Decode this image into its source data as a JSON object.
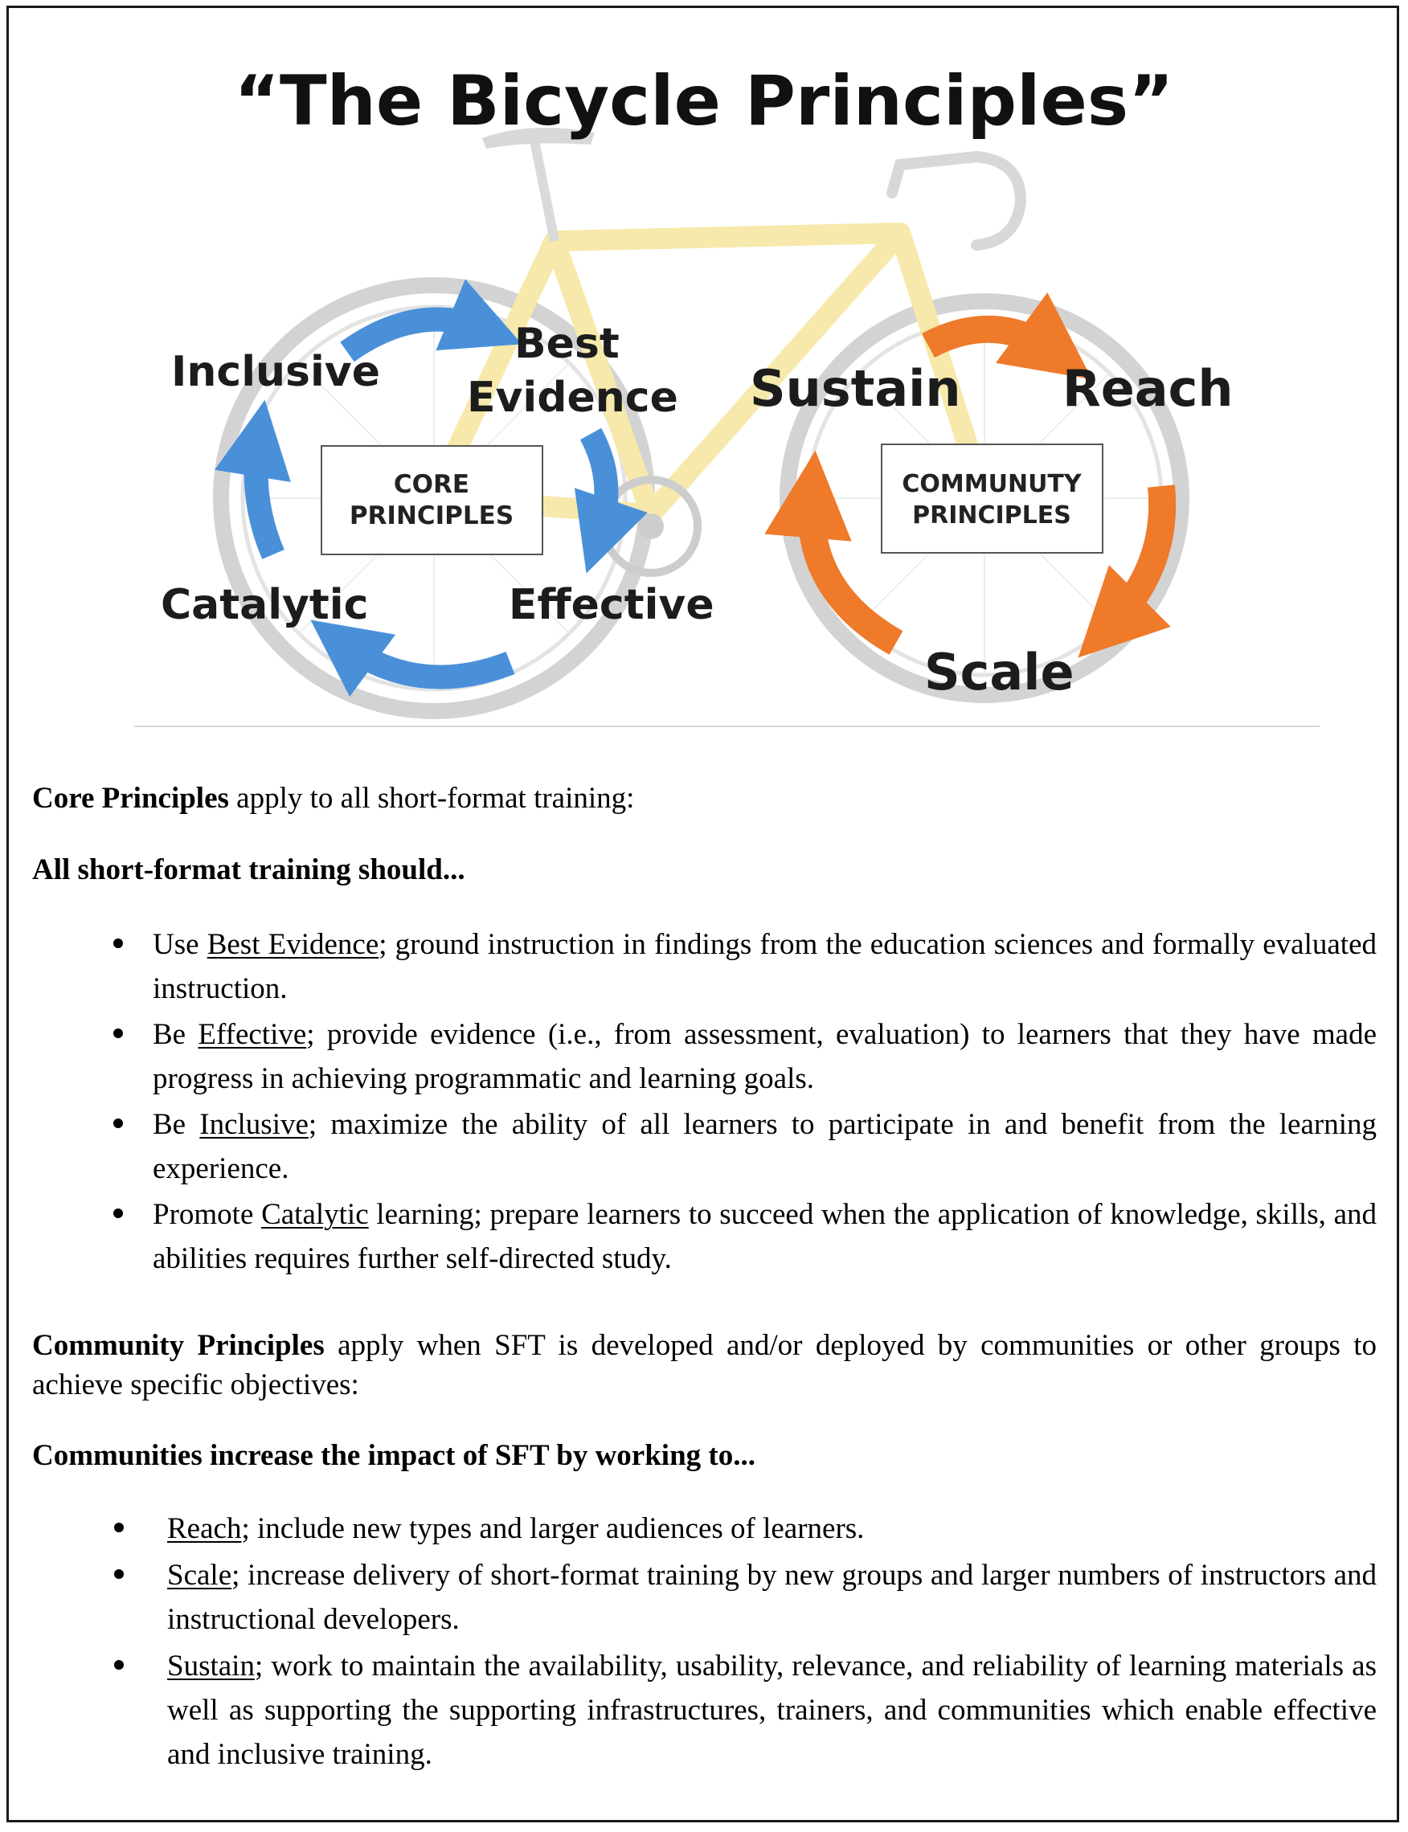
{
  "figure": {
    "title": "“The Bicycle Principles”",
    "core_box": [
      "CORE",
      "PRINCIPLES"
    ],
    "community_box": [
      "COMMUNUTY",
      "PRINCIPLES"
    ],
    "core_labels": {
      "inclusive": "Inclusive",
      "best": "Best",
      "evidence": "Evidence",
      "catalytic": "Catalytic",
      "effective": "Effective"
    },
    "community_labels": {
      "sustain": "Sustain",
      "reach": "Reach",
      "scale": "Scale"
    },
    "colors": {
      "core_arrows": "#4a90d9",
      "community_arrows": "#ee7a2a",
      "frame": "#f6e7a2"
    }
  },
  "core_section": {
    "intro_bold": "Core Principles",
    "intro_rest": " apply to all short-format training:",
    "lead": "All short-format training should...",
    "bullets": [
      {
        "pre": "Use ",
        "term": "Best Evidence",
        "post": "; ground instruction in findings from the education sciences and formally evaluated instruction."
      },
      {
        "pre": "Be ",
        "term": "Effective",
        "post": "; provide evidence (i.e., from assessment, evaluation) to learners that they have made progress in achieving programmatic and learning goals."
      },
      {
        "pre": "Be ",
        "term": "Inclusive",
        "post": "; maximize the ability of all learners to participate in and benefit from the learning experience."
      },
      {
        "pre": "Promote ",
        "term": "Catalytic",
        "post": " learning; prepare learners to succeed when the application of knowledge, skills, and abilities requires further self-directed study."
      }
    ]
  },
  "community_section": {
    "intro_bold": "Community Principles",
    "intro_rest": " apply when SFT is developed and/or deployed by communities or other groups to achieve specific objectives:",
    "lead": "Communities increase the impact of SFT by working to...",
    "bullets": [
      {
        "pre": "",
        "term": "Reach",
        "post": "; include new types and larger audiences of learners."
      },
      {
        "pre": "",
        "term": "Scale",
        "post": "; increase delivery of short-format training by new groups and larger numbers of instructors and instructional developers."
      },
      {
        "pre": "",
        "term": "Sustain",
        "post": "; work to maintain the availability, usability, relevance, and reliability of learning materials as well as supporting the supporting infrastructures, trainers, and communities which enable effective and inclusive training."
      }
    ]
  }
}
